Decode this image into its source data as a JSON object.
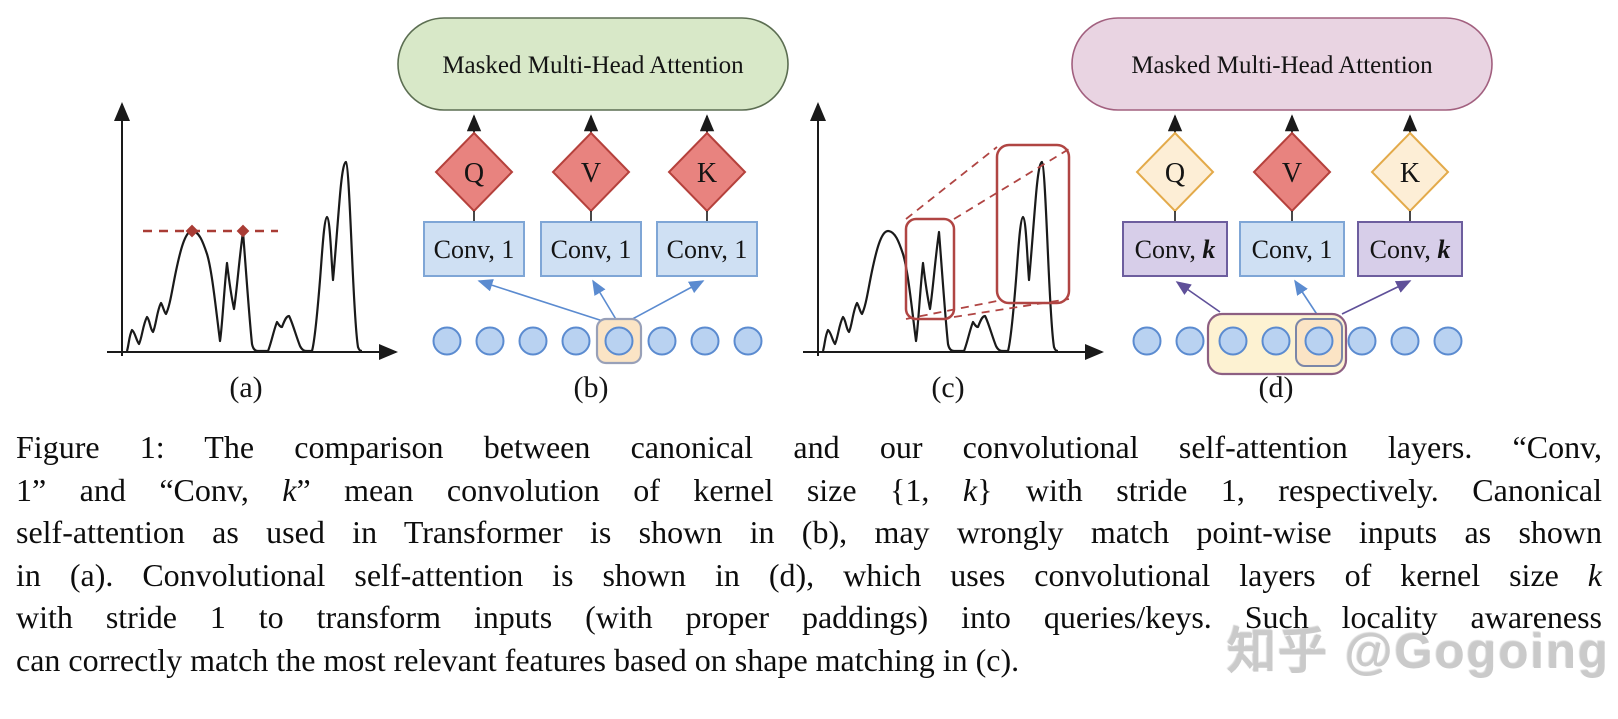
{
  "figure": {
    "panels": {
      "a": {
        "label": "(a)"
      },
      "b": {
        "label": "(b)",
        "attention_label": "Masked Multi-Head Attention",
        "diamonds": [
          "Q",
          "V",
          "K"
        ],
        "conv_boxes": [
          {
            "prefix": "Conv, ",
            "kernel": "1"
          },
          {
            "prefix": "Conv, ",
            "kernel": "1"
          },
          {
            "prefix": "Conv, ",
            "kernel": "1"
          }
        ],
        "token_count": 8
      },
      "c": {
        "label": "(c)"
      },
      "d": {
        "label": "(d)",
        "attention_label": "Masked Multi-Head Attention",
        "diamonds": [
          "Q",
          "V",
          "K"
        ],
        "conv_boxes": [
          {
            "prefix": "Conv, ",
            "kernel": "k"
          },
          {
            "prefix": "Conv, ",
            "kernel": "1"
          },
          {
            "prefix": "Conv, ",
            "kernel": "k"
          }
        ],
        "token_count": 8
      }
    },
    "colors": {
      "attention_b_fill": "#d8e8c8",
      "attention_b_stroke": "#5c6e52",
      "attention_d_fill": "#e9d4e2",
      "attention_d_stroke": "#a2607f",
      "diamond_red_fill": "#e8837f",
      "diamond_red_stroke": "#b5413c",
      "diamond_cream_fill": "#fdeed6",
      "diamond_cream_stroke": "#e3aa4a",
      "conv_blue_fill": "#cfe0f3",
      "conv_blue_stroke": "#7fa6d6",
      "conv_purple_fill": "#d7cee9",
      "conv_purple_stroke": "#6d5e9e",
      "token_fill": "#b9d2f1",
      "token_stroke": "#5b8bd0",
      "highlight_peach_fill": "#fbe4c5",
      "highlight_peach_stroke": "#98a0b8",
      "highlight_yellow_fill": "#fdf2d2",
      "highlight_yellow_stroke": "#8d5f82",
      "annotation_red": "#a93c35",
      "box_red": "#b04543",
      "arrow_blue": "#5b8bd0",
      "arrow_purple": "#5f5099",
      "watermark_gray": "#bdbdbd"
    }
  },
  "caption": {
    "lines": [
      {
        "justify": true,
        "segments": [
          {
            "text": "Figure 1:  The comparison between canonical and our convolutional self-attention layers.  “Conv,"
          }
        ]
      },
      {
        "justify": true,
        "segments": [
          {
            "text": "1” and “Conv, "
          },
          {
            "text": "k",
            "italic": true
          },
          {
            "text": "” mean convolution of kernel size {1, "
          },
          {
            "text": "k",
            "italic": true
          },
          {
            "text": "} with stride 1, respectively.  Canonical"
          }
        ]
      },
      {
        "justify": true,
        "segments": [
          {
            "text": "self-attention as used in Transformer is shown in (b), may wrongly match point-wise inputs as shown"
          }
        ]
      },
      {
        "justify": true,
        "segments": [
          {
            "text": "in (a). Convolutional self-attention is shown in (d), which uses convolutional layers of kernel size "
          },
          {
            "text": "k",
            "italic": true
          }
        ]
      },
      {
        "justify": true,
        "segments": [
          {
            "text": "with stride 1 to transform inputs (with proper paddings) into queries/keys.  Such locality awareness"
          }
        ]
      },
      {
        "justify": false,
        "segments": [
          {
            "text": "can correctly match the most relevant features based on shape matching in (c)."
          }
        ]
      }
    ]
  },
  "watermark": {
    "text": "知乎 @Gogoing"
  }
}
